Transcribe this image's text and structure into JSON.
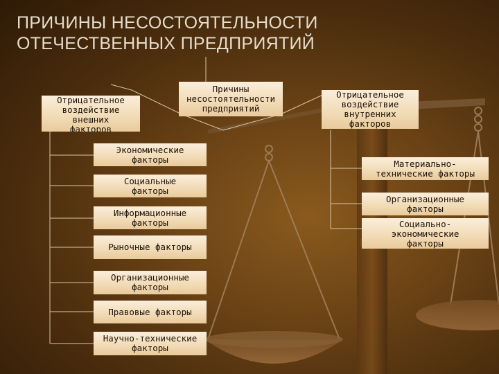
{
  "title": "ПРИЧИНЫ НЕСОСТОЯТЕЛЬНОСТИ\nОТЕЧЕСТВЕННЫХ ПРЕДПРИЯТИЙ",
  "center_box": "Причины\nнесостоятельности\nпредприятий",
  "external": {
    "header": "Отрицательное\nвоздействие\nвнешних\nфакторов",
    "items": [
      "Экономические\nфакторы",
      "Социальные\nфакторы",
      "Информационные\nфакторы",
      "Рыночные факторы",
      "Организационные\nфакторы",
      "Правовые факторы",
      "Научно-технические\nфакторы"
    ]
  },
  "internal": {
    "header": "Отрицательное\nвоздействие\nвнутренних\nфакторов",
    "items": [
      "Материально-\nтехнические факторы",
      "Организационные\nфакторы",
      "Социально-\nэкономические\nфакторы"
    ]
  },
  "colors": {
    "background": "#6e4516",
    "box_fill": "#f5e3c4",
    "box_text": "#1c1208",
    "title_text": "#e6dccd",
    "connector": "#d9c7a8"
  },
  "decoration": {
    "background_image": "balance scales"
  }
}
